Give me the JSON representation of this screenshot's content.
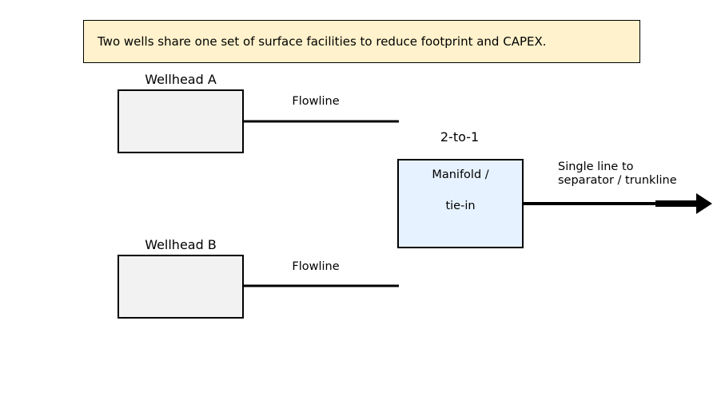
{
  "note": {
    "text": "Two wells share one set of surface facilities to reduce footprint and CAPEX."
  },
  "wellheads": [
    {
      "title": "Wellhead A",
      "flowline_label": "Flowline"
    },
    {
      "title": "Wellhead B",
      "flowline_label": "Flowline"
    }
  ],
  "manifold": {
    "ratio_label": "2-to-1",
    "line1": "Manifold /",
    "line2": "tie-in"
  },
  "output": {
    "label_line1": "Single line to",
    "label_line2": "separator / trunkline"
  },
  "colors": {
    "note_fill": "#fff2cc",
    "wellhead_fill": "#f2f2f2",
    "manifold_fill": "#e6f2ff",
    "stroke": "#000000"
  }
}
